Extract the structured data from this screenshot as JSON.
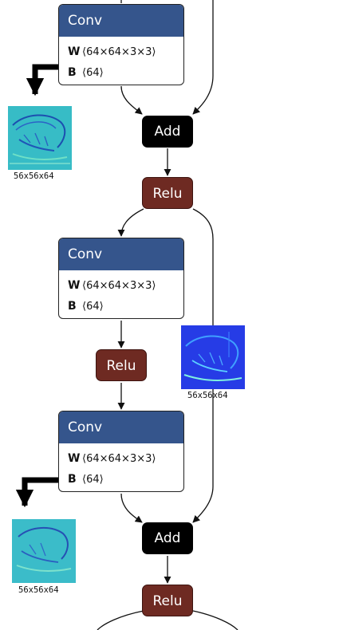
{
  "conv_nodes": [
    {
      "title": "Conv",
      "weight_label": "W",
      "weight_shape": "⟨64×64×3×3⟩",
      "bias_label": "B",
      "bias_shape": "⟨64⟩"
    },
    {
      "title": "Conv",
      "weight_label": "W",
      "weight_shape": "⟨64×64×3×3⟩",
      "bias_label": "B",
      "bias_shape": "⟨64⟩"
    },
    {
      "title": "Conv",
      "weight_label": "W",
      "weight_shape": "⟨64×64×3×3⟩",
      "bias_label": "B",
      "bias_shape": "⟨64⟩"
    }
  ],
  "op_nodes": [
    {
      "label": "Add"
    },
    {
      "label": "Relu"
    },
    {
      "label": "Relu"
    },
    {
      "label": "Add"
    },
    {
      "label": "Relu"
    }
  ],
  "feature_maps": [
    {
      "label": "56x56x64",
      "colormap": "jet-light"
    },
    {
      "label": "56x56x64",
      "colormap": "jet-dark-blue"
    },
    {
      "label": "56x56x64",
      "colormap": "jet-light"
    }
  ],
  "colors": {
    "conv_header": "#35558c",
    "add_node": "#000000",
    "relu_node": "#6e2a22"
  }
}
